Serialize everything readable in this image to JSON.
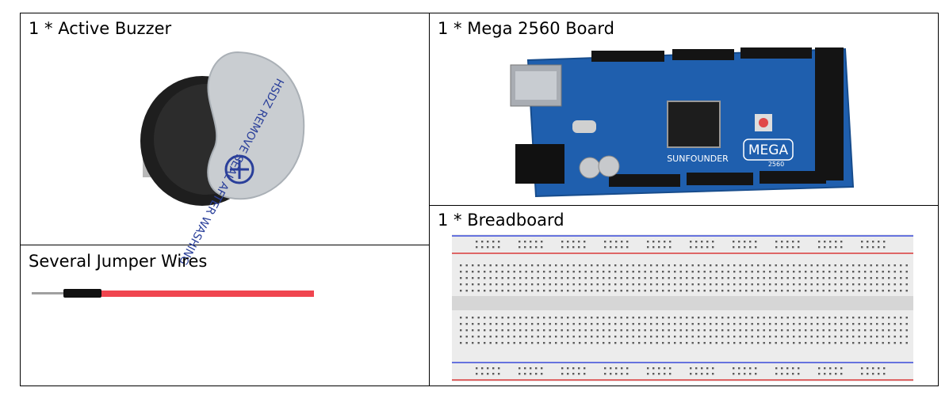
{
  "components": {
    "buzzer": {
      "label": "1 * Active Buzzer",
      "marking": "HSDZ REMOVE SEAL AFTER WASHING"
    },
    "mega": {
      "label": "1 * Mega 2560 Board",
      "brand": "SUNFOUNDER",
      "model": "MEGA",
      "model_number": "2560"
    },
    "breadboard": {
      "label": "1 * Breadboard"
    },
    "jumper": {
      "label": "Several Jumper Wires"
    }
  },
  "colors": {
    "border": "#000000",
    "wire_red": "#f0454f",
    "board_blue": "#1f5fae",
    "buzzer_black": "#1e1e1e",
    "breadboard_gray": "#e6e6e6",
    "rail_red": "#d93a3a",
    "rail_blue": "#3a4bd9"
  }
}
